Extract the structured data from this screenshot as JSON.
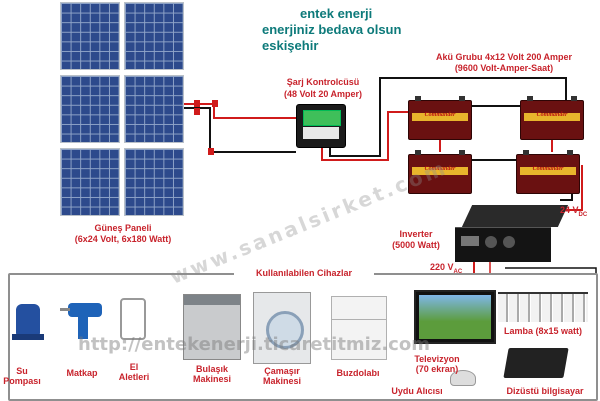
{
  "header": {
    "line1": "entek enerji",
    "line2": "enerjiniz bedava olsun",
    "line3": "eskişehir"
  },
  "charge_controller": {
    "title": "Şarj Kontrolcüsü",
    "spec": "(48 Volt 20 Amper)"
  },
  "battery_group": {
    "title": "Akü Grubu 4x12 Volt 200 Amper",
    "spec": "(9600 Volt-Amper-Saat)",
    "brand": "Commander"
  },
  "solar_panel": {
    "title": "Güneş Paneli",
    "spec": "(6x24 Volt, 6x180 Watt)"
  },
  "inverter": {
    "title": "Inverter",
    "spec": "(5000 Watt)",
    "dc_label": "24 V",
    "dc_sub": "DC",
    "ac_label": "220 V",
    "ac_sub": "AC"
  },
  "devices": {
    "section_title": "Kullanılabilen Cihazlar",
    "items": [
      {
        "label_1": "Su",
        "label_2": "Pompası"
      },
      {
        "label_1": "Matkap",
        "label_2": ""
      },
      {
        "label_1": "El",
        "label_2": "Aletleri"
      },
      {
        "label_1": "Bulaşık",
        "label_2": "Makinesi"
      },
      {
        "label_1": "Çamaşır",
        "label_2": "Makinesi"
      },
      {
        "label_1": "Buzdolabı",
        "label_2": ""
      },
      {
        "label_1": "Televizyon",
        "label_2": "(70 ekran)"
      },
      {
        "label_1": "Uydu Alıcısı",
        "label_2": ""
      },
      {
        "label_1": "Lamba (8x15 watt)",
        "label_2": ""
      },
      {
        "label_1": "Dizüstü bilgisayar",
        "label_2": ""
      }
    ]
  },
  "watermarks": {
    "diagonal": "www.sanalsirket.com",
    "url": "http://entekenerji.ticaretitmiz.com"
  },
  "colors": {
    "label_red": "#c8232c",
    "title_teal": "#0d7a7a",
    "wire_red": "#d01b1b",
    "wire_black": "#111111"
  }
}
